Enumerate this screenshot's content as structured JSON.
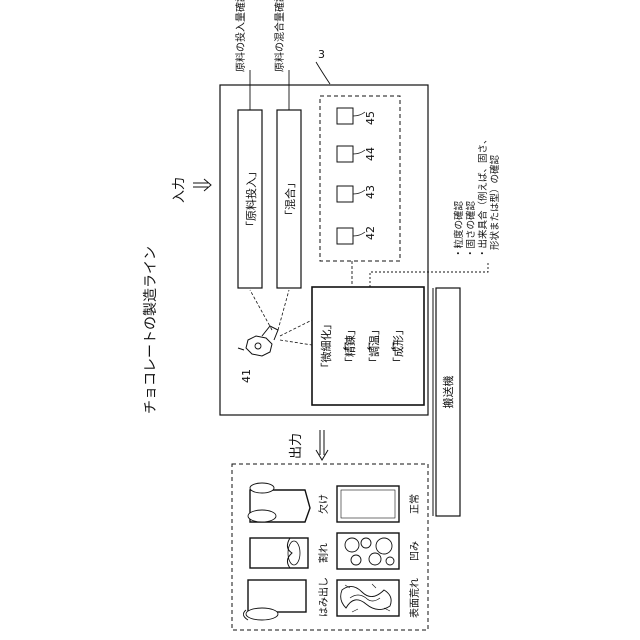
{
  "line_title": "チョコレートの製造ライン",
  "input_label": "入力",
  "output_label": "出力",
  "unit_ref": "3",
  "checks_top": [
    "原料の投入量確認",
    "原料の混合量確認"
  ],
  "process_boxes": [
    "「原料投入」",
    "「混合」"
  ],
  "sensors": [
    "45",
    "44",
    "43",
    "42"
  ],
  "camera_ref": "41",
  "steps": [
    "「微細化」",
    "「精錬」",
    "「調温」",
    "「成形」"
  ],
  "arrow_glyph": "→",
  "checks_side": [
    "・粒度の確認",
    "・固さの確認",
    "・出来具合（例えば、固さ、",
    "形状または型）の確認"
  ],
  "conveyor": "搬送機",
  "results_top": [
    "欠け",
    "割れ",
    "はみ出し"
  ],
  "results_bottom": [
    "正常",
    "凹み",
    "表面荒れ"
  ]
}
